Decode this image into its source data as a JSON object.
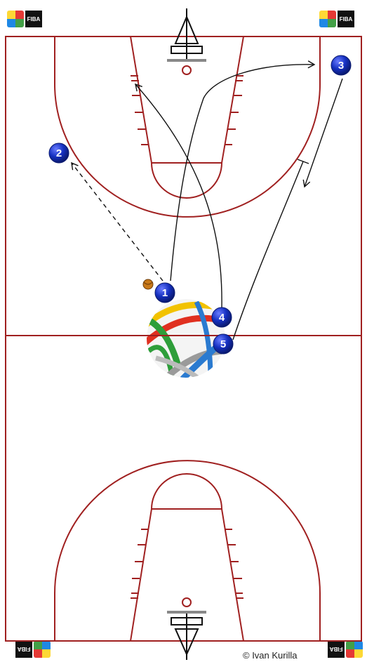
{
  "logos": {
    "brand_text": "FIBA"
  },
  "credit": "© Ivan Kurilla",
  "players": [
    {
      "id": "p1",
      "label": "1"
    },
    {
      "id": "p2",
      "label": "2"
    },
    {
      "id": "p3",
      "label": "3"
    },
    {
      "id": "p4",
      "label": "4"
    },
    {
      "id": "p5",
      "label": "5"
    }
  ],
  "colors": {
    "court_lines": "#a02020",
    "player_fill": "#1530c0",
    "path_lines": "#111111"
  },
  "icons": {
    "ball": "basketball-icon",
    "center_logo": "fiba-ball-logo-icon",
    "corner_logo": "fiba-logo-icon"
  }
}
